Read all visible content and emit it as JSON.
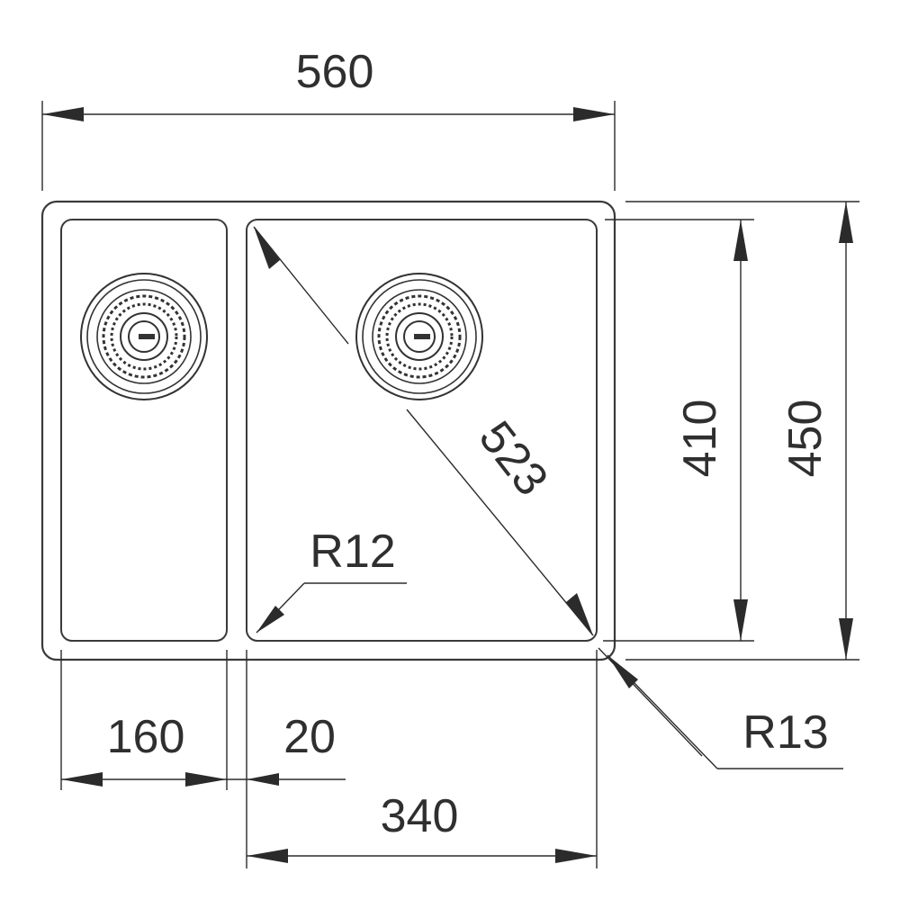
{
  "dimensions": {
    "overall_width": "560",
    "overall_depth": "450",
    "bowl_depth": "410",
    "diagonal": "523",
    "small_bowl_width": "160",
    "divider_width": "20",
    "large_bowl_width": "340",
    "inner_radius": "R12",
    "outer_radius": "R13"
  },
  "icons": {
    "left_drain": "strainer-icon",
    "right_drain": "strainer-icon"
  },
  "colors": {
    "line": "#2b2b2b",
    "text": "#2f2f2f",
    "background": "#ffffff"
  }
}
